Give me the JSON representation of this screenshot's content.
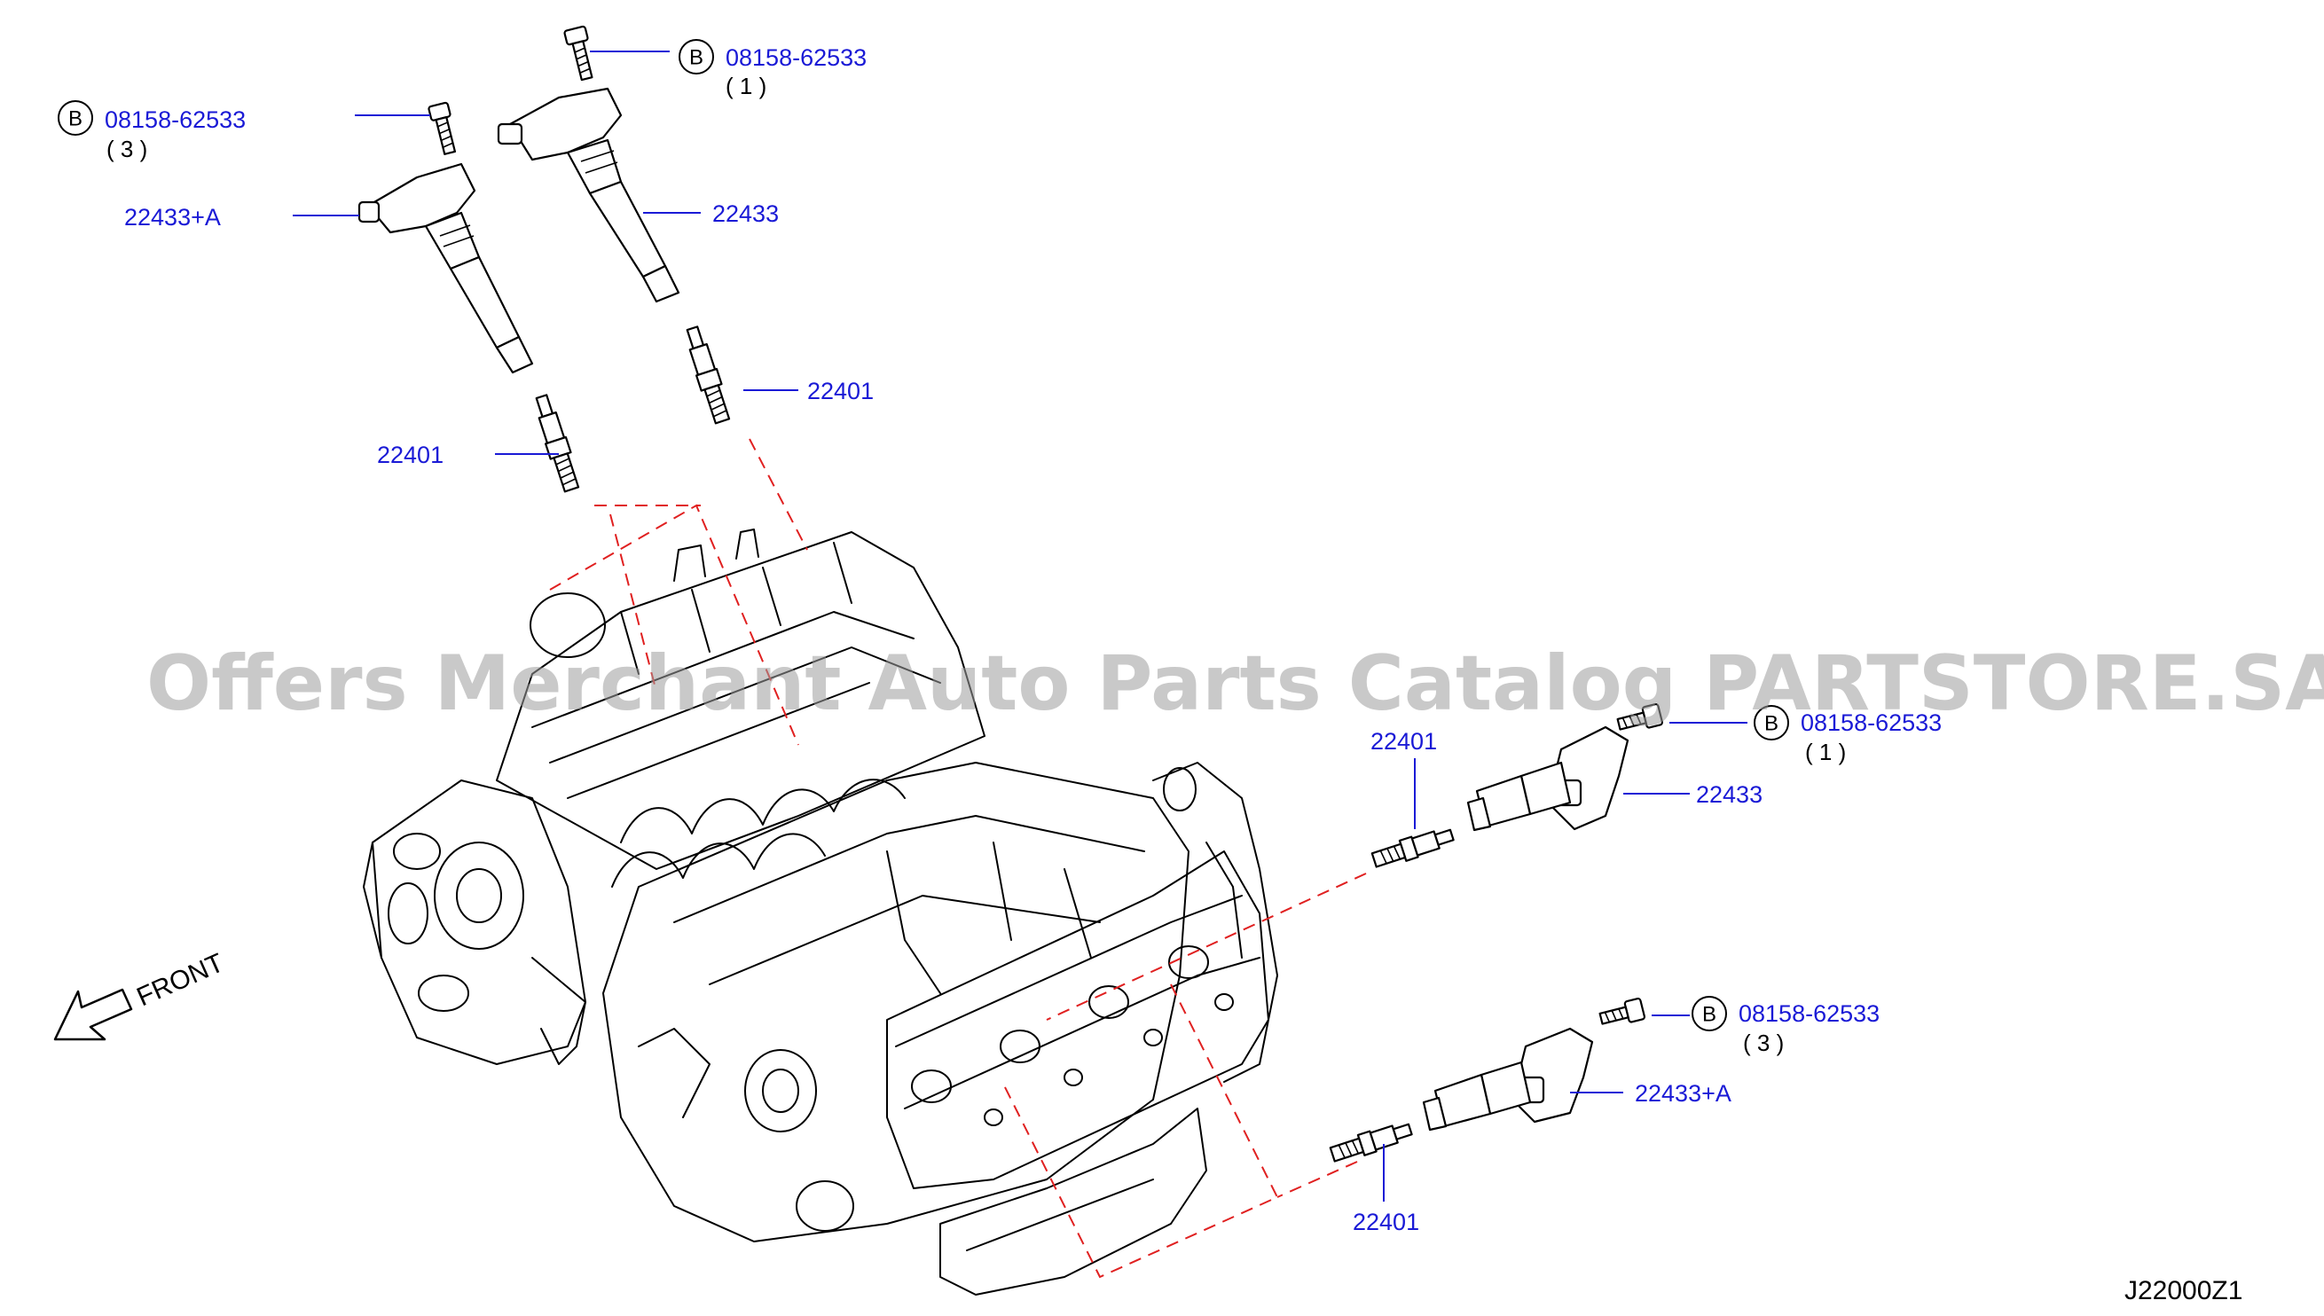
{
  "diagram": {
    "reference_code": "J22000Z1",
    "front_label": "FRONT",
    "watermark": "Offers Merchant Auto Parts Catalog PARTSTORE.SA",
    "bolt_marker": "B",
    "callouts": {
      "bolt_top_left": {
        "part": "08158-62533",
        "qty": "( 3 )"
      },
      "bolt_top_center": {
        "part": "08158-62533",
        "qty": "( 1 )"
      },
      "coil_top_left": {
        "part": "22433+A"
      },
      "coil_top_center": {
        "part": "22433"
      },
      "plug_top_center": {
        "part": "22401"
      },
      "plug_top_left": {
        "part": "22401"
      },
      "bolt_right_upper": {
        "part": "08158-62533",
        "qty": "( 1 )"
      },
      "plug_right_upper": {
        "part": "22401"
      },
      "coil_right_upper": {
        "part": "22433"
      },
      "bolt_right_lower": {
        "part": "08158-62533",
        "qty": "( 3 )"
      },
      "coil_right_lower": {
        "part": "22433+A"
      },
      "plug_right_lower": {
        "part": "22401"
      }
    }
  }
}
